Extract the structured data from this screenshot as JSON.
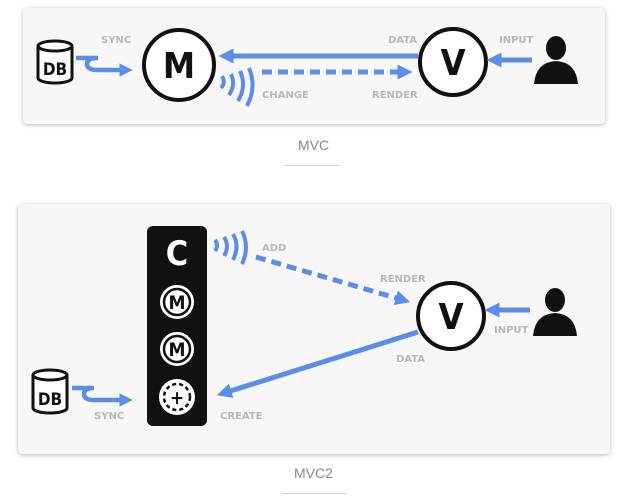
{
  "mvc": {
    "caption": "MVC",
    "nodes": {
      "db": "DB",
      "model": "M",
      "view": "V"
    },
    "labels": {
      "sync": "SYNC",
      "data": "DATA",
      "input": "INPUT",
      "change": "CHANGE",
      "render": "RENDER"
    }
  },
  "mvc2": {
    "caption": "MVC2",
    "nodes": {
      "controller": "C",
      "model_a": "M",
      "model_b": "M",
      "create": "+",
      "db": "DB",
      "view": "V"
    },
    "labels": {
      "add": "ADD",
      "render": "RENDER",
      "input": "INPUT",
      "data": "DATA",
      "sync": "SYNC",
      "create": "CREATE"
    }
  },
  "colors": {
    "arrow": "#5b8de6",
    "ink": "#111111",
    "label": "#b8b8b8",
    "card": "#f7f7f7"
  },
  "icons": [
    "database-icon",
    "user-icon",
    "signal-waves-icon",
    "plus-icon"
  ]
}
